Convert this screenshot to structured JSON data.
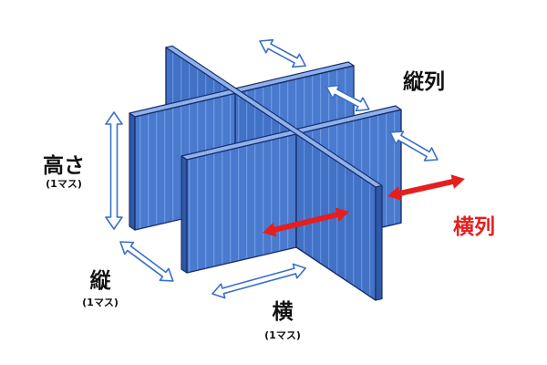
{
  "labels": {
    "height": {
      "text": "高さ",
      "unit": "(1マス)"
    },
    "vertical": {
      "text": "縦",
      "unit": "(1マス)"
    },
    "horizontal": {
      "text": "横",
      "unit": "(1マス)"
    },
    "vertical_rows": "縦列",
    "horizontal_rows": "横列"
  },
  "colors": {
    "panel": "#4a7ace",
    "panel_stripe": "#6c98e2",
    "outline": "#1b2f6b",
    "arrow_outline": "#3a6fc6",
    "accent_red": "#e61e1e"
  }
}
